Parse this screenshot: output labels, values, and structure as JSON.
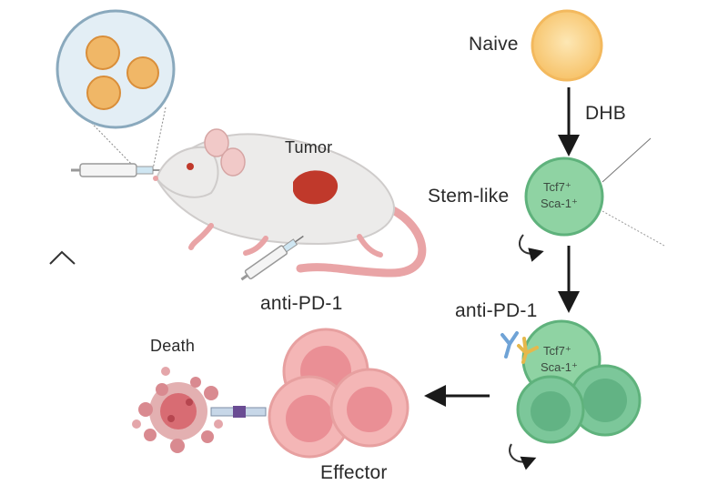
{
  "labels": {
    "naive": "Naive",
    "dhb": "DHB",
    "stem_like": "Stem-like",
    "tumor": "Tumor",
    "anti_pd1_mouse": "anti-PD-1",
    "anti_pd1_cells": "anti-PD-1",
    "death": "Death",
    "effector": "Effector"
  },
  "cell_markers": {
    "stem_line1": "Tcf7⁺",
    "stem_line2": "Sca-1⁺",
    "cluster_line1": "Tcf7⁺",
    "cluster_line2": "Sca-1⁺"
  },
  "colors": {
    "naive_fill": "#fbd38a",
    "stem_fill": "#8fd3a3",
    "effector_fill": "#f2a9a9",
    "tumor": "#c0392b",
    "mouse_body": "#ecebea",
    "mouse_tail": "#e9a4a6"
  }
}
